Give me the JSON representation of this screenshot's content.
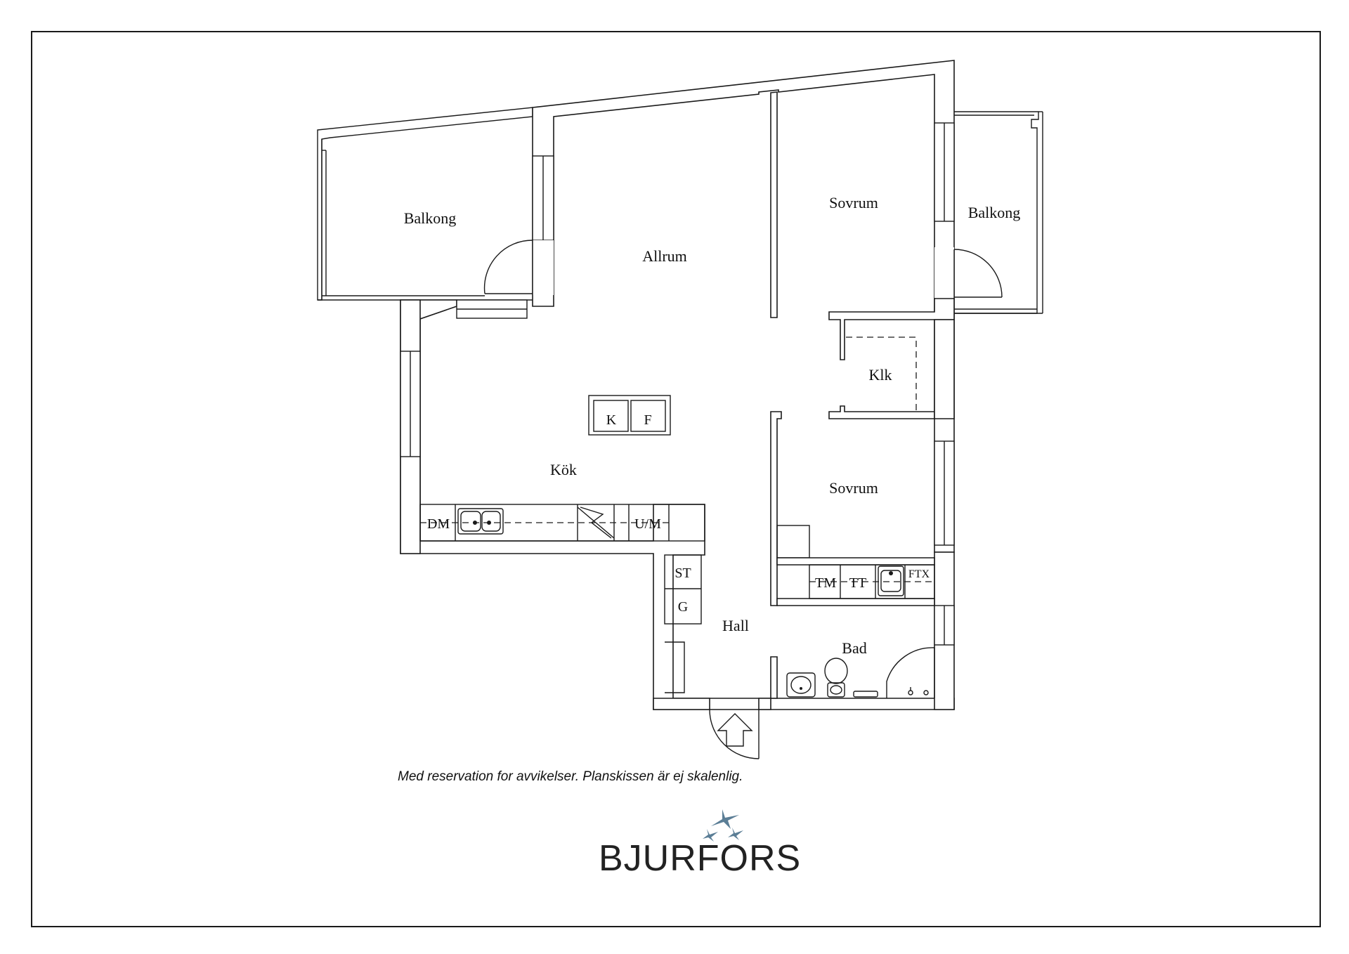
{
  "rooms": {
    "balkong_left": "Balkong",
    "allrum": "Allrum",
    "sovrum_top": "Sovrum",
    "balkong_right": "Balkong",
    "klk": "Klk",
    "kok": "Kök",
    "sovrum_bottom": "Sovrum",
    "hall": "Hall",
    "bad": "Bad"
  },
  "fixtures": {
    "k": "K",
    "f": "F",
    "dm": "DM",
    "um": "U/M",
    "st": "ST",
    "g": "G",
    "tm": "TM",
    "tt": "TT",
    "ftx": "FTX"
  },
  "disclaimer": "Med reservation for avvikelser. Planskissen är ej skalenlig.",
  "brand": {
    "name": "BJURFORS",
    "logo_color": "#5b7e96"
  },
  "colors": {
    "line": "#1a1a1a",
    "background": "#ffffff"
  },
  "icons": {
    "entrance": "entrance-arrow-icon",
    "logo": "birds-logo-icon"
  }
}
